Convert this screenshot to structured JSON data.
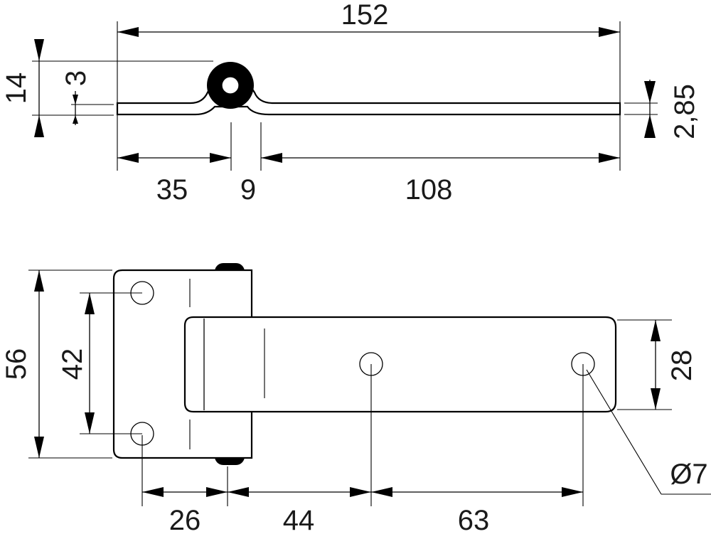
{
  "dimensions": {
    "top_overall_length": "152",
    "top_height": "14",
    "top_offset": "3",
    "top_thickness": "2,85",
    "top_left_leaf": "35",
    "top_knuckle": "9",
    "top_right_leaf": "108",
    "bottom_height": "56",
    "bottom_hole_spacing": "42",
    "bottom_strap_width": "28",
    "bottom_spacing_1": "26",
    "bottom_spacing_2": "44",
    "bottom_spacing_3": "63",
    "hole_diameter": "Ø7"
  }
}
